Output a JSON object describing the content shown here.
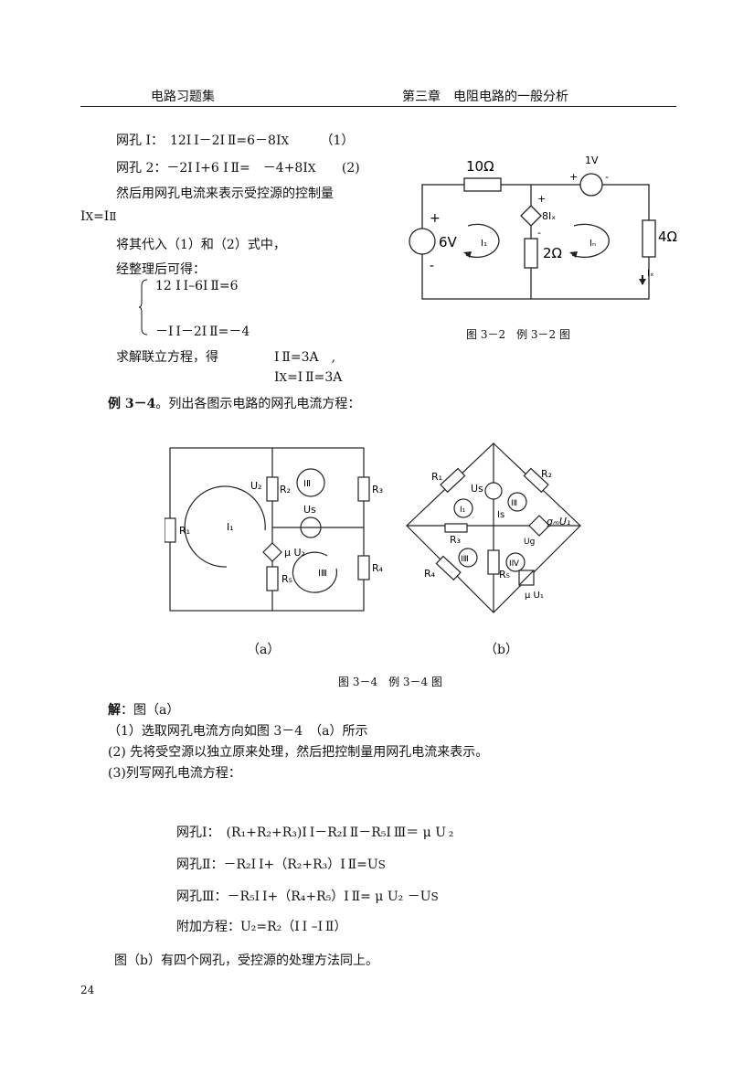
{
  "header": {
    "left": "电路习题集",
    "right": "第三章　电阻电路的一般分析"
  },
  "lines": {
    "l1": "网孔 I：　12I Ⅰ－2I Ⅱ=6－8I",
    "l1x": "X",
    "l1n": "（1）",
    "l2": "网孔 2：－2I Ⅰ+6 I Ⅱ=　－4+8I",
    "l2x": "X",
    "l2n": "(2)",
    "l3": "然后用网孔电流来表示受控源的控制量",
    "l4": "I",
    "l4b": "X",
    "l4c": "=I",
    "l4d": "Ⅱ",
    "l5": "将其代入（1）和（2）式中，",
    "l6": "经整理后可得：",
    "e1": "12 I Ⅰ–6I Ⅱ=6",
    "e2": "－I Ⅰ－2I Ⅱ=－4",
    "s1": "求解联立方程，得",
    "s1b": "I Ⅱ=3A　,",
    "s2": "I",
    "s2b": "X",
    "s2c": "=I Ⅱ=3A",
    "ex_title": "例 3－4",
    "ex_text": "。列出各图示电路的网孔电流方程：",
    "sol_title": "解",
    "sol_text": "：图（a）",
    "p1": "（1）选取网孔电流方向如图 3－4　（a）所示",
    "p2": "(2) 先将受空源以独立原来处理，然后把控制量用网孔电流来表示。",
    "p3": "(3)列写网孔电流方程：",
    "m1": "网孔Ⅰ：　(R₁+R₂+R₃)I Ⅰ－R₂I Ⅱ－R₅I Ⅲ＝ μ U ₂",
    "m2": "网孔Ⅱ：－R₂I Ⅰ+（R₂+R₃）I Ⅱ=U",
    "m2b": "S",
    "m3": "网孔Ⅲ：－R₅I Ⅰ+（R₄+R₅）I Ⅱ= μ U₂ －U",
    "m3b": "S",
    "m4": "附加方程：U₂=R₂（I Ⅰ –I Ⅱ）",
    "p4": "图（b）有四个网孔，受控源的处理方法同上。",
    "page_number": "24"
  },
  "fig32": {
    "caption": "图 3－2　例 3－2 图",
    "r10": "10Ω",
    "v1": "1V",
    "plus": "+",
    "minus": "-",
    "dep": "8Iₓ",
    "v6": "6V",
    "mesh1": "I₁",
    "mesh2": "Iₙ",
    "r2": "2Ω",
    "r4": "4Ω",
    "ix": "Iₓ"
  },
  "fig34": {
    "caption": "图 3－4　例 3－4 图",
    "label_a": "（a）",
    "label_b": "（b）",
    "a": {
      "u2": "U₂",
      "r2": "R₂",
      "m2": "IⅡ",
      "r3": "R₃",
      "us": "Us",
      "r1": "R₁",
      "m1": "I₁",
      "mu": "μ U₂",
      "r5": "R₅",
      "m3": "IⅢ",
      "r4": "R₄"
    },
    "b": {
      "r1": "R₁",
      "us": "Us",
      "r2": "R₂",
      "m1": "I₁",
      "is": "Is",
      "m2": "IⅡ",
      "gm": "gₘU₁",
      "r3": "R₃",
      "ug": "Ug",
      "m3": "IⅢ",
      "m4": "IⅣ",
      "r4": "R₄",
      "r5": "R₅",
      "mu": "μ U₁"
    }
  }
}
